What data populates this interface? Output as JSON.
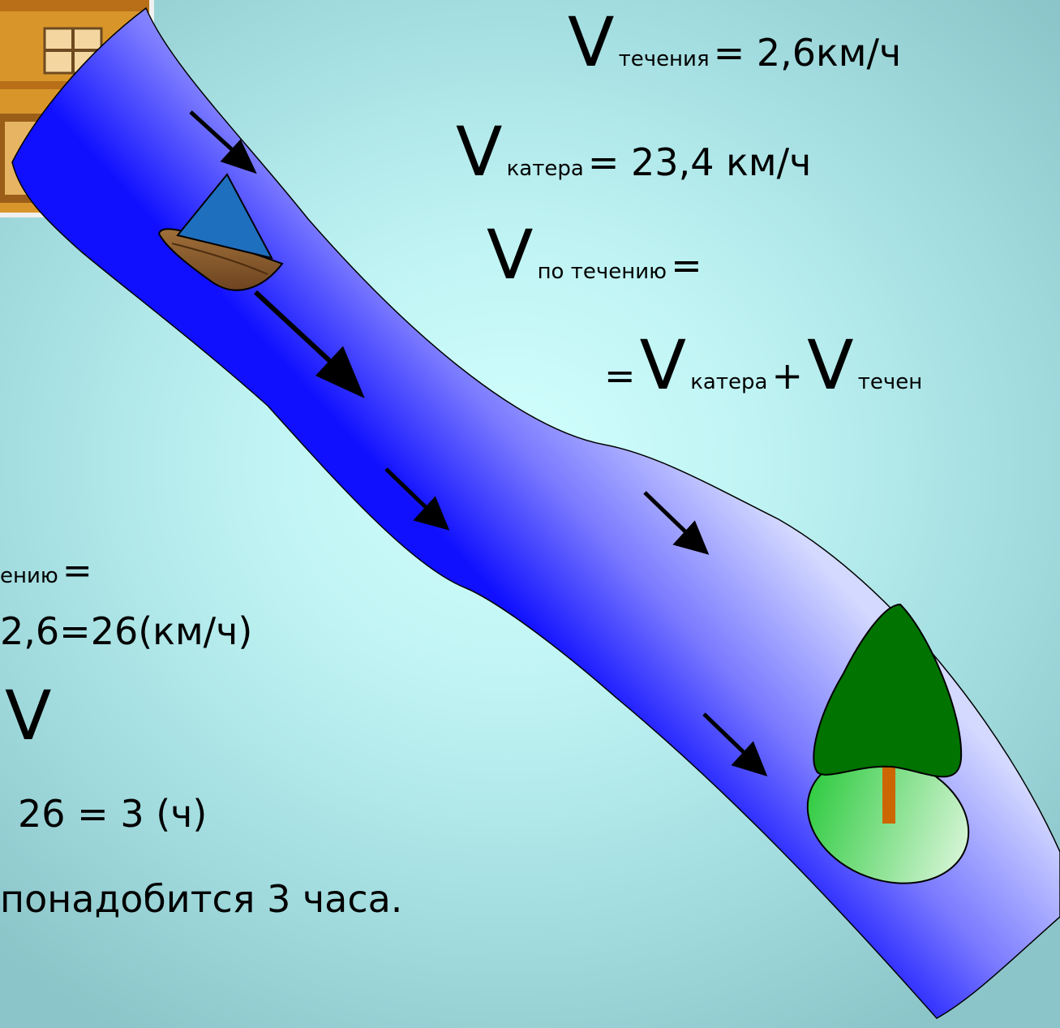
{
  "formulas": {
    "current": {
      "symbol": "V",
      "subscript": "течения",
      "value": "= 2,6км/ч"
    },
    "boat": {
      "symbol": "V",
      "subscript": "катера",
      "value": "= 23,4 км/ч"
    },
    "downstream": {
      "symbol": "V",
      "subscript": "по течению",
      "value": "="
    },
    "sum": {
      "lead": "=",
      "symbol1": "V",
      "subscript1": "катера",
      "plus": "+",
      "symbol2": "V",
      "subscript2": "течен"
    }
  },
  "solution": {
    "line1_subscript": "ению",
    "line1_eq": "=",
    "line2": "2,6=26(км/ч)",
    "line3": "V",
    "line4": "26 = 3 (ч)",
    "line5": "понадобится 3 часа."
  },
  "colors": {
    "river_light": "#cdd4ff",
    "river_dark": "#1a1aff",
    "sail": "#1f6fbf",
    "hull": "#8b5a2b",
    "tree": "#007300",
    "trunk": "#cc6600",
    "island_light": "#c8f0c8",
    "island_dark": "#44cc44"
  }
}
